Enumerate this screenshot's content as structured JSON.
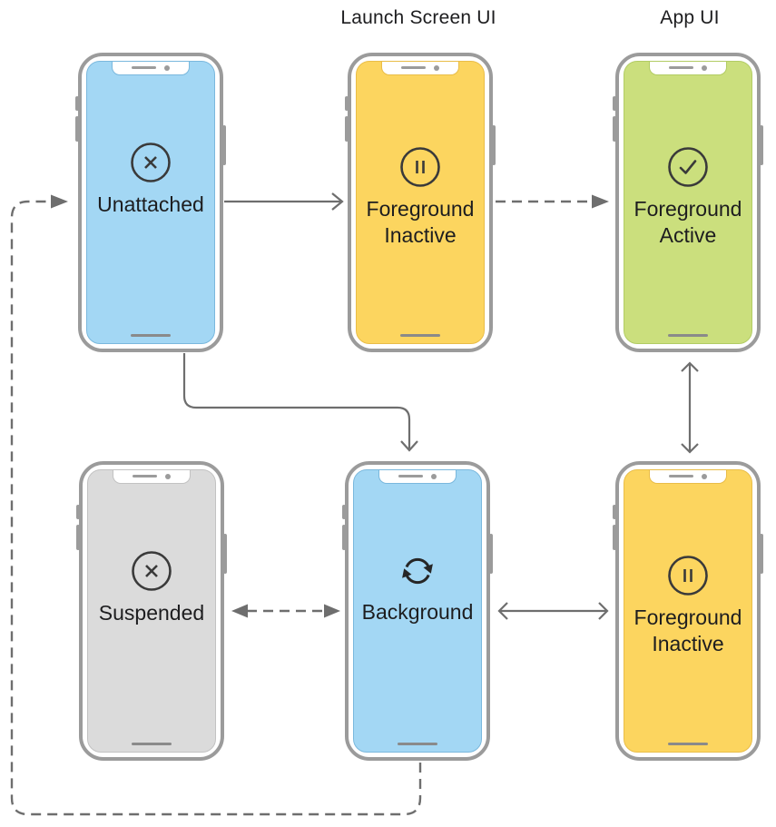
{
  "column_headers": [
    {
      "label": "Launch Screen UI"
    },
    {
      "label": "App UI"
    }
  ],
  "states": [
    {
      "label": "Unattached",
      "icon": "x-circle-icon",
      "screen_color": "#A3D7F4"
    },
    {
      "label": "Foreground Inactive",
      "icon": "pause-circle-icon",
      "screen_color": "#FCD55F"
    },
    {
      "label": "Foreground Active",
      "icon": "check-circle-icon",
      "screen_color": "#CBDF7D"
    },
    {
      "label": "Suspended",
      "icon": "x-circle-icon",
      "screen_color": "#DBDBDB"
    },
    {
      "label": "Background",
      "icon": "sync-icon",
      "screen_color": "#A3D7F4"
    },
    {
      "label": "Foreground Inactive",
      "icon": "pause-circle-icon",
      "screen_color": "#FCD55F"
    }
  ],
  "colors": {
    "phone_frame": "#9B9B9B",
    "arrow": "#6E6E6E",
    "icon_stroke": "#3A3A3A",
    "label_text": "#1D1D1F"
  }
}
